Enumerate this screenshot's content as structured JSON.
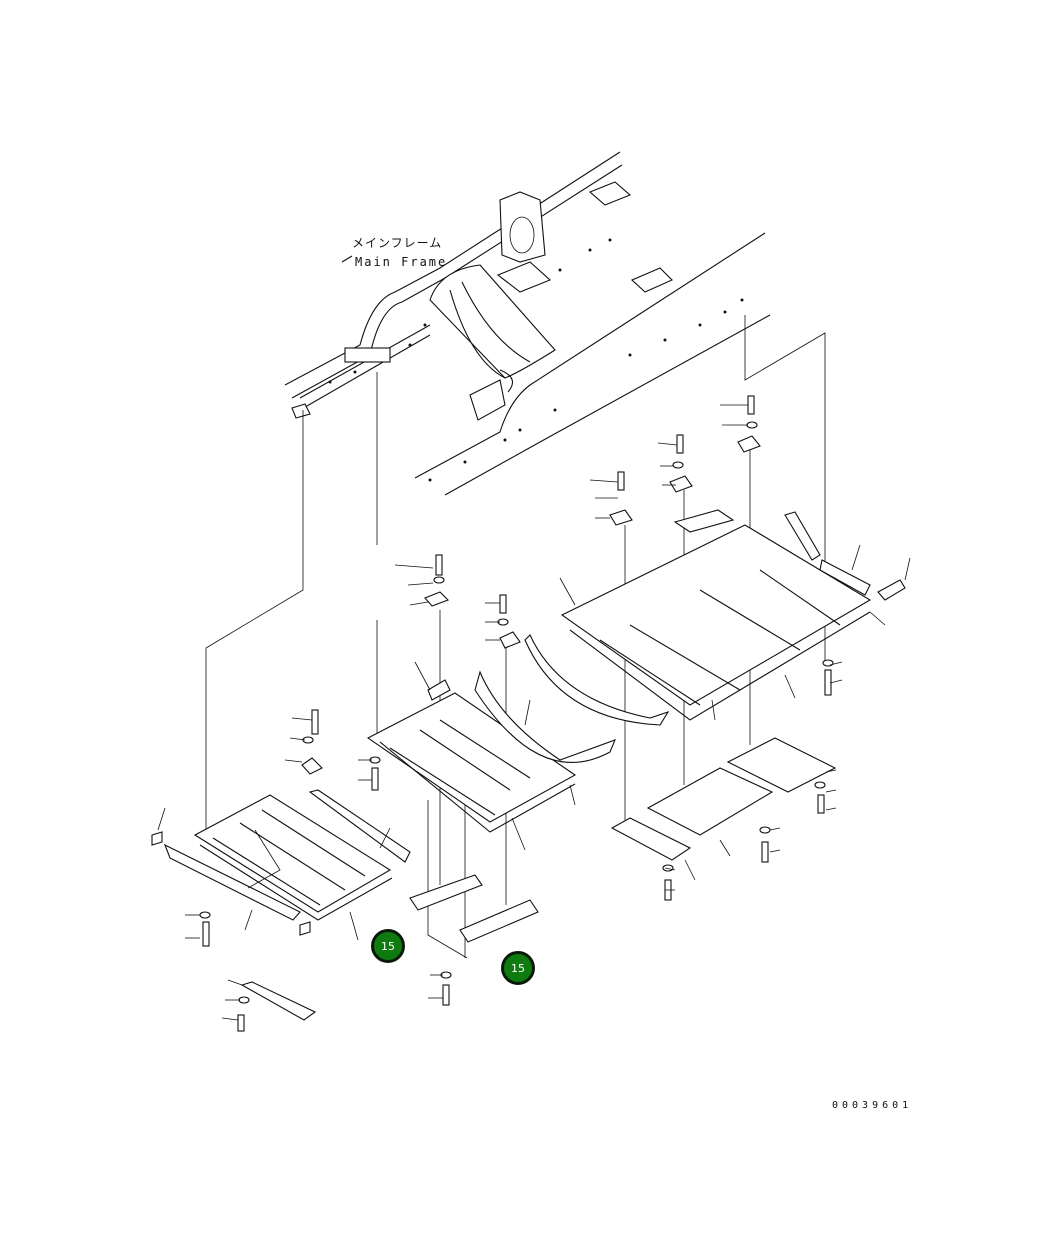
{
  "diagram": {
    "title_jp": "メインフレーム",
    "title_en": "Main Frame",
    "drawing_number": "00039601",
    "callouts": [
      {
        "label": "15"
      },
      {
        "label": "15"
      }
    ],
    "colors": {
      "callout_fill": "#0f7a0f",
      "callout_border": "#0a1a0a",
      "line": "#111111",
      "background": "#ffffff"
    }
  }
}
